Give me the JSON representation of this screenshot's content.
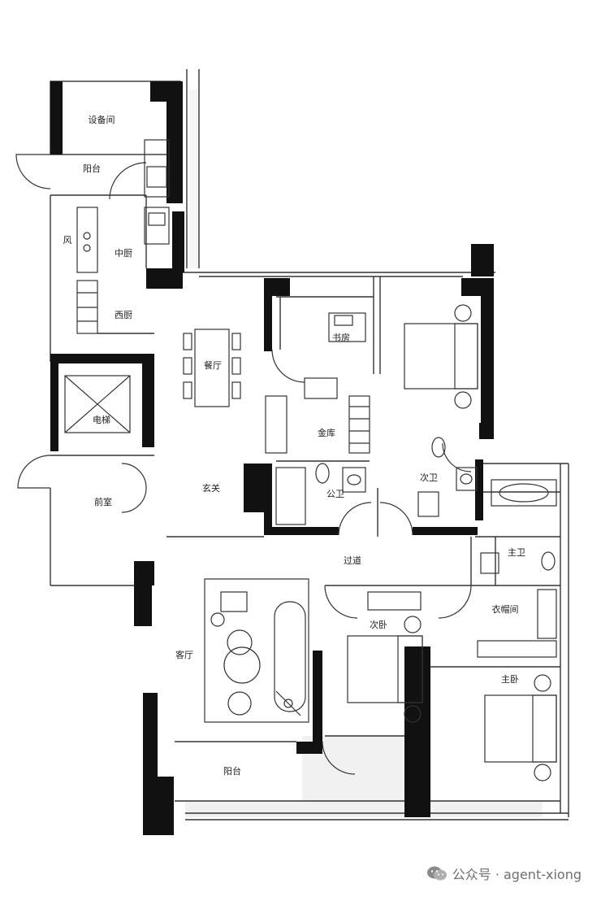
{
  "rooms": {
    "equipment": "设备间",
    "balcony_top": "阳台",
    "wind": "风",
    "middle_kitchen": "中厨",
    "western_kitchen": "西厨",
    "dining": "餐厅",
    "elevator": "电梯",
    "study": "书房",
    "vault": "金库",
    "public_bath": "公卫",
    "second_bath": "次卫",
    "entrance": "玄关",
    "anteroom": "前室",
    "corridor": "过道",
    "master_bath": "主卫",
    "cloakroom": "衣帽间",
    "second_bedroom": "次卧",
    "master_bedroom": "主卧",
    "living": "客厅",
    "balcony_bottom": "阳台"
  },
  "watermark": {
    "text": "公众号 · agent-xiong",
    "icon": "wechat-icon"
  }
}
